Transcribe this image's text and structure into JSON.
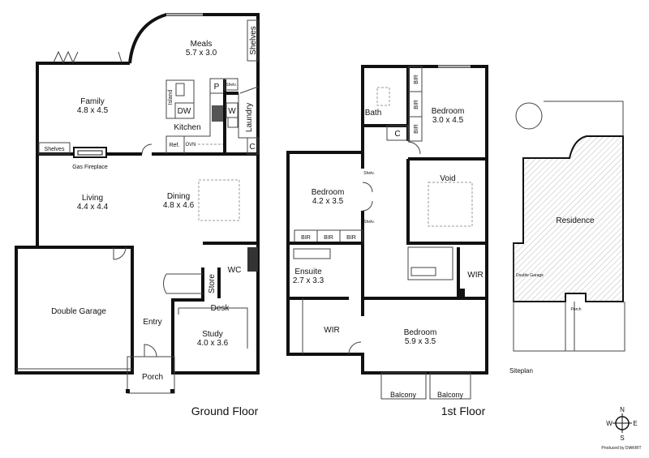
{
  "ground_floor": {
    "title": "Ground Floor",
    "rooms": {
      "meals": {
        "name": "Meals",
        "size": "5.7 x 3.0"
      },
      "family": {
        "name": "Family",
        "size": "4.8 x 4.5"
      },
      "living": {
        "name": "Living",
        "size": "4.4 x 4.4"
      },
      "dining": {
        "name": "Dining",
        "size": "4.8 x 4.6"
      },
      "garage": {
        "name": "Double Garage"
      },
      "entry": {
        "name": "Entry"
      },
      "study": {
        "name": "Study",
        "size": "4.0 x 3.6"
      },
      "porch": {
        "name": "Porch"
      },
      "kitchen": {
        "name": "Kitchen"
      },
      "laundry": {
        "name": "Laundry"
      },
      "wc": {
        "name": "WC"
      },
      "store": {
        "name": "Store"
      }
    },
    "fixtures": {
      "shelves_top": "Shelves",
      "shelves_left": "Shelves",
      "shelves_small": "Shelv.",
      "island": "Island",
      "dw": "DW",
      "p": "P",
      "w": "W",
      "c": "C",
      "ref": "Ref.",
      "ovn": "OVN",
      "fireplace": "Gas Fireplace",
      "desk": "Desk"
    }
  },
  "first_floor": {
    "title": "1st Floor",
    "rooms": {
      "bath": {
        "name": "Bath"
      },
      "bedroom_ne": {
        "name": "Bedroom",
        "size": "3.0 x 4.5"
      },
      "bedroom_w": {
        "name": "Bedroom",
        "size": "4.2 x 3.5"
      },
      "void": {
        "name": "Void"
      },
      "ensuite": {
        "name": "Ensuite",
        "size": "2.7 x 3.3"
      },
      "wir_left": {
        "name": "WIR"
      },
      "wir_right": {
        "name": "WIR"
      },
      "master": {
        "name": "Bedroom",
        "size": "5.9 x 3.5"
      },
      "balcony_left": {
        "name": "Balcony"
      },
      "balcony_right": {
        "name": "Balcony"
      }
    },
    "fixtures": {
      "bir": "BIR",
      "c": "C",
      "shelv": "Shelv."
    }
  },
  "siteplan": {
    "title": "Siteplan",
    "residence": "Residence",
    "garage": "Double Garage",
    "porch": "Porch"
  },
  "compass": {
    "n": "N",
    "s": "S",
    "e": "E",
    "w": "W"
  },
  "credit": "Produced by DIAKRIT"
}
